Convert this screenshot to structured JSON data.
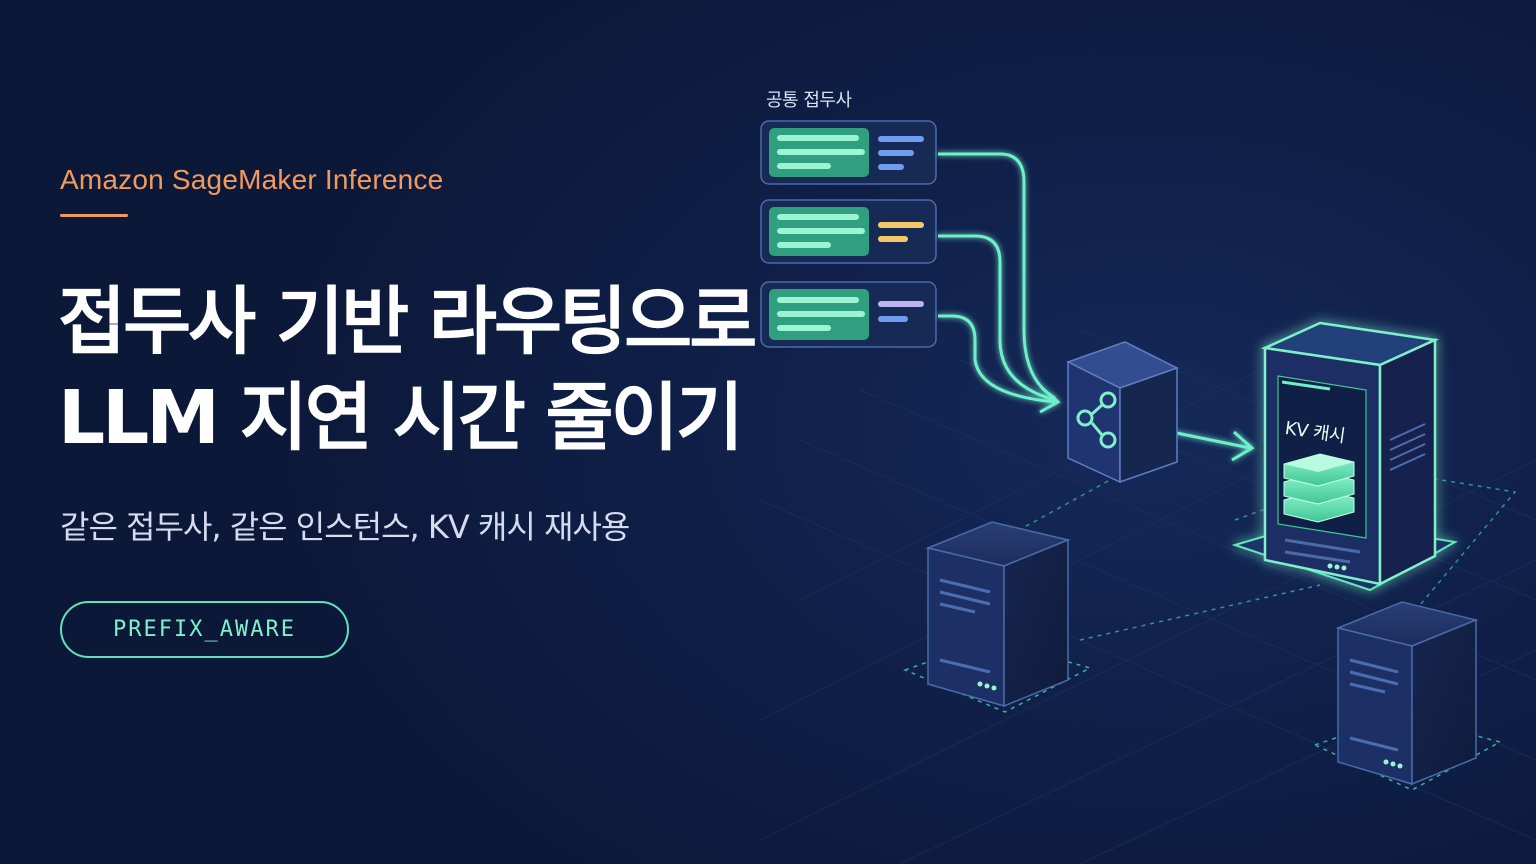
{
  "eyebrow": "Amazon SageMaker Inference",
  "headline": {
    "line1": "접두사 기반 라우팅으로",
    "line2": "LLM 지연 시간 줄이기"
  },
  "subtitle": "같은 접두사, 같은 인스턴스, KV 캐시 재사용",
  "tag": "PREFIX_AWARE",
  "diagram": {
    "prefix_label": "공통 접두사",
    "cache_label": "KV 캐시"
  },
  "colors": {
    "background": "#0f1d3f",
    "accent_orange": "#f29a5e",
    "accent_mint": "#5fe3b9",
    "accent_blue": "#6f9cf0",
    "accent_yellow": "#f5c96a",
    "accent_lavender": "#b9b3f0"
  },
  "icons": {
    "router": "share-nodes-icon",
    "server": "server-rack-icon"
  }
}
